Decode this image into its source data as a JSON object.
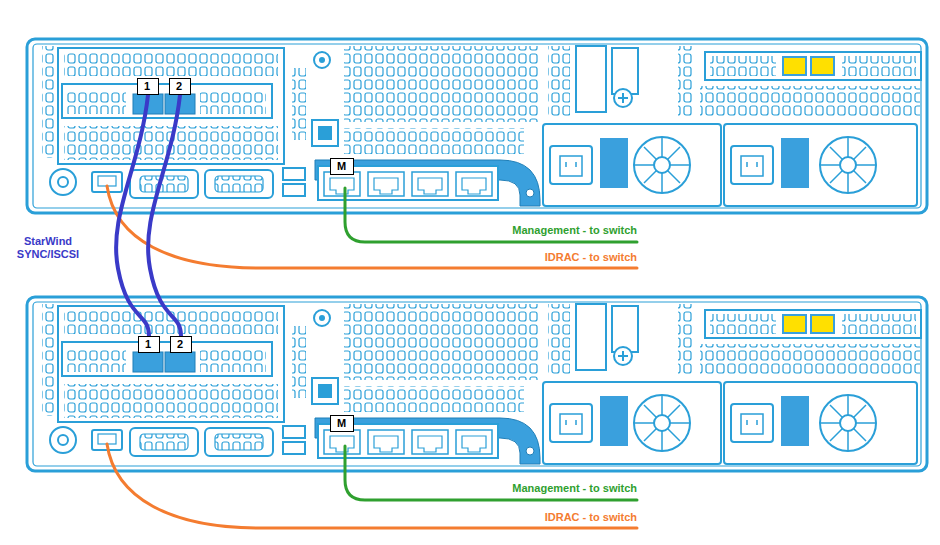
{
  "diagram": {
    "nodes": [
      {
        "text": [
          "1"
        ]
      },
      {
        "text": [
          "2"
        ]
      },
      {
        "text": [
          "M"
        ]
      },
      {
        "text": [
          "1"
        ]
      },
      {
        "text": [
          "2"
        ]
      },
      {
        "text": [
          "M"
        ]
      }
    ],
    "edges": [
      {
        "from": 0,
        "to": 3,
        "arrow": "none"
      },
      {
        "from": 1,
        "to": 4,
        "arrow": "none"
      }
    ],
    "labels": [
      "StarWind SYNC/ISCSI",
      "Management - to switch",
      "IDRAC - to switch",
      "Management - to switch",
      "IDRAC - to switch"
    ]
  }
}
